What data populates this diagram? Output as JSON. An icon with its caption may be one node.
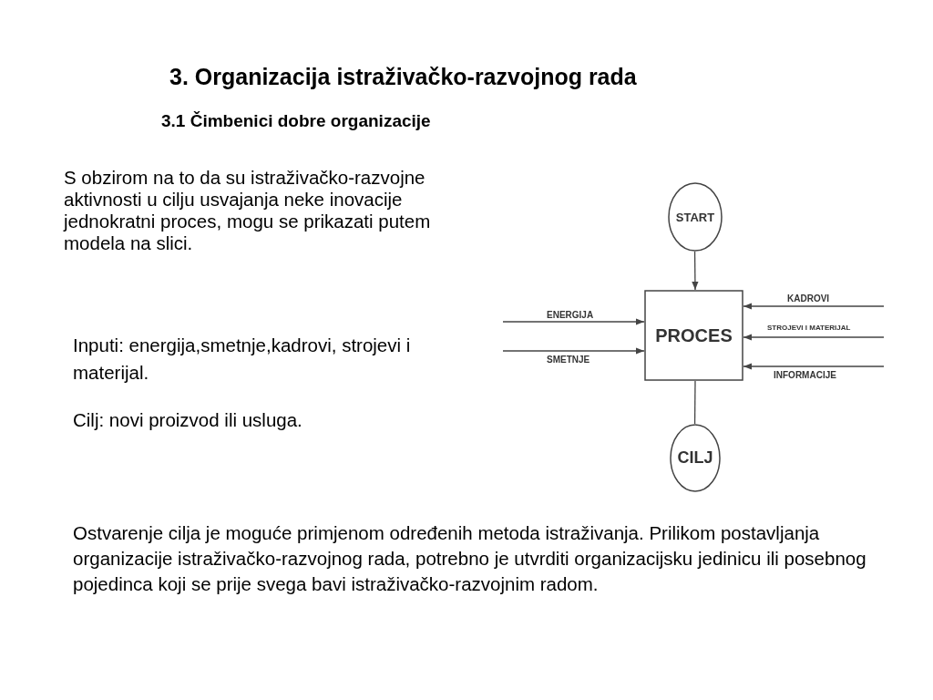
{
  "diagram": {
    "title": "3. Organizacija istraživačko-razvojnog rada",
    "nodes": [
      {
        "text": [
          "START"
        ]
      },
      {
        "text": [
          "PROCES"
        ]
      },
      {
        "text": [
          "CILJ"
        ]
      }
    ],
    "edges": [
      {
        "from": 0,
        "to": 1,
        "arrow": "to"
      },
      {
        "from": null,
        "to": 1,
        "arrow": "to",
        "label": "ENERGIJA"
      },
      {
        "from": null,
        "to": 1,
        "arrow": "to",
        "label": "SMETNJE"
      },
      {
        "from": null,
        "to": 1,
        "arrow": "to",
        "label": "KADROVI"
      },
      {
        "from": null,
        "to": 1,
        "arrow": "to",
        "label": "STROJEVI I MATERIJAL"
      },
      {
        "from": null,
        "to": 1,
        "arrow": "to",
        "label": "INFORMACIJE"
      },
      {
        "from": 1,
        "to": 2,
        "arrow": "none"
      }
    ],
    "labels": [
      "3.1 Čimbenici dobre organizacije",
      "S obzirom na to da su istraživačko-razvojne aktivnosti u cilju usvajanja neke inovacije jednokratni proces, mogu se prikazati putem modela na slici.",
      "Inputi: energija,smetnje,kadrovi, strojevi i materijal.",
      "Cilj: novi proizvod ili usluga.",
      "Ostvarenje cilja je moguće primjenom određenih metoda istraživanja. Prilikom postavljanja organizacije istraživačko-razvojnog rada, potrebno je utvrditi organizacijsku jedinicu ili posebnog pojedinca koji se prije svega bavi istraživačko-razvojnim radom."
    ]
  }
}
